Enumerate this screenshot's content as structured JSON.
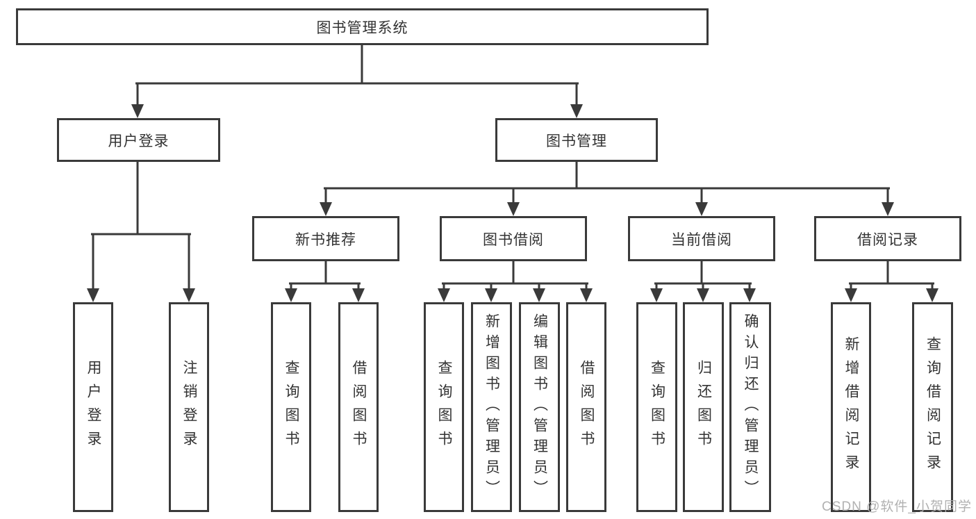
{
  "diagram": {
    "root": {
      "label": "图书管理系统"
    },
    "branches": [
      {
        "label": "用户登录",
        "leaves": [
          "用户登录",
          "注销登录"
        ]
      },
      {
        "label": "图书管理",
        "groups": [
          {
            "label": "新书推荐",
            "leaves": [
              "查询图书",
              "借阅图书"
            ]
          },
          {
            "label": "图书借阅",
            "leaves": [
              "查询图书",
              "新增图书（管理员）",
              "编辑图书（管理员）",
              "借阅图书"
            ]
          },
          {
            "label": "当前借阅",
            "leaves": [
              "查询图书",
              "归还图书",
              "确认归还（管理员）"
            ]
          },
          {
            "label": "借阅记录",
            "leaves": [
              "新增借阅记录",
              "查询借阅记录"
            ]
          }
        ]
      }
    ]
  },
  "colors": {
    "line": "#3a3a3a",
    "text": "#333333",
    "watermark": "#adadad"
  },
  "watermark": {
    "text": "CSDN @软件_小贺同学"
  }
}
